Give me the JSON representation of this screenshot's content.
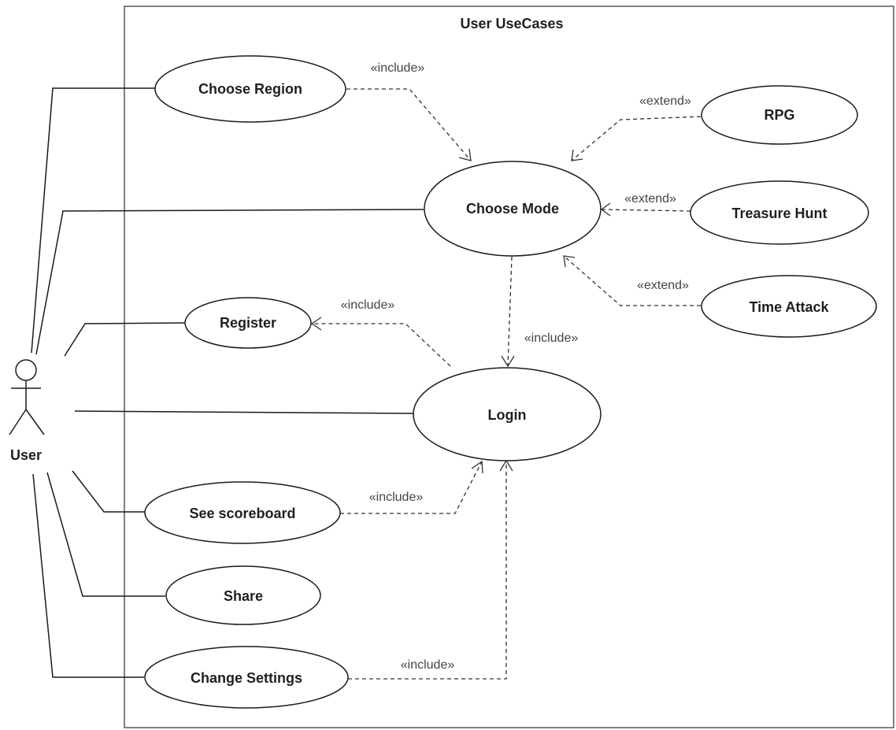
{
  "system": {
    "title": "User UseCases"
  },
  "actor": {
    "name": "User"
  },
  "use_cases": {
    "choose_region": "Choose Region",
    "choose_mode": "Choose Mode",
    "rpg": "RPG",
    "treasure_hunt": "Treasure Hunt",
    "time_attack": "Time Attack",
    "register": "Register",
    "login": "Login",
    "see_scoreboard": "See scoreboard",
    "share": "Share",
    "change_settings": "Change Settings"
  },
  "relations": {
    "include": "«include»",
    "extend": "«extend»"
  }
}
